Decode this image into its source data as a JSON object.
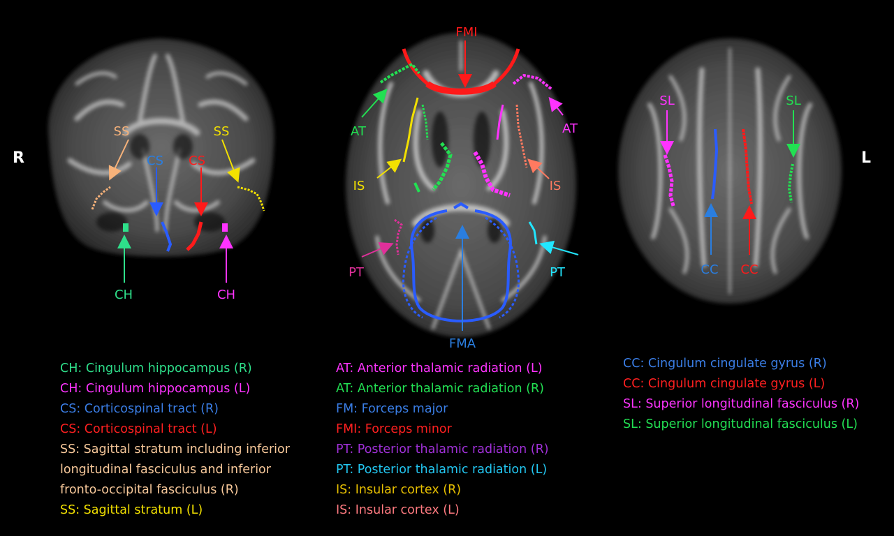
{
  "orientation": {
    "right": "R",
    "left": "L"
  },
  "colors": {
    "orange": "#f7b27a",
    "yellow": "#f2e000",
    "blue": "#2a5cff",
    "red": "#ff1a1a",
    "green": "#22e052",
    "magenta": "#ff33ff",
    "teal": "#2ee08a",
    "cyan": "#22e6ff",
    "pink": "#e0309a",
    "salmon": "#ff7a60",
    "purple": "#9c30d8"
  },
  "panels": [
    {
      "name": "coronal",
      "labels": [
        {
          "text": "SS",
          "color": "orange"
        },
        {
          "text": "SS",
          "color": "yellow"
        },
        {
          "text": "CS",
          "color": "blue"
        },
        {
          "text": "CS",
          "color": "red"
        },
        {
          "text": "CH",
          "color": "teal"
        },
        {
          "text": "CH",
          "color": "magenta"
        }
      ]
    },
    {
      "name": "axial",
      "labels": [
        {
          "text": "FMI",
          "color": "red"
        },
        {
          "text": "AT",
          "color": "green"
        },
        {
          "text": "AT",
          "color": "magenta"
        },
        {
          "text": "IS",
          "color": "yellow"
        },
        {
          "text": "IS",
          "color": "salmon"
        },
        {
          "text": "PT",
          "color": "pink"
        },
        {
          "text": "PT",
          "color": "cyan"
        },
        {
          "text": "FMA",
          "color": "blue"
        }
      ]
    },
    {
      "name": "superior",
      "labels": [
        {
          "text": "SL",
          "color": "magenta"
        },
        {
          "text": "SL",
          "color": "green"
        },
        {
          "text": "CC",
          "color": "blue"
        },
        {
          "text": "CC",
          "color": "red"
        }
      ]
    }
  ],
  "legend_left": [
    {
      "key": "CH",
      "text": ": Cingulum hippocampus (R)",
      "color": "#2ee08a",
      "key_color": "#2ee08a"
    },
    {
      "key": "CH",
      "text": ": Cingulum hippocampus (L)",
      "color": "#ff33ff",
      "key_color": "#ff33ff"
    },
    {
      "key": "CS",
      "text": ": Corticospinal tract (R)",
      "color": "#3a7ee6",
      "key_color": "#3a7ee6"
    },
    {
      "key": "CS",
      "text": ": Corticospinal tract (L)",
      "color": "#ff2020",
      "key_color": "#ff2020"
    },
    {
      "key": "SS",
      "text": ": Sagittal stratum including inferior",
      "color": "#f7c89a",
      "key_color": "#f7c89a"
    },
    {
      "key": "",
      "text": "longitudinal fasciculus and inferior",
      "color": "#f7c89a",
      "key_color": "#f7c89a"
    },
    {
      "key": "",
      "text": "fronto-occipital fasciculus (R)",
      "color": "#f7c89a",
      "key_color": "#f7c89a"
    },
    {
      "key": "SS",
      "text": ": Sagittal stratum (L)",
      "color": "#f2e000",
      "key_color": "#f2e000"
    }
  ],
  "legend_mid": [
    {
      "key": "AT",
      "text": ": Anterior thalamic radiation (L)",
      "color": "#ff33ff",
      "key_color": "#ff33ff"
    },
    {
      "key": "AT",
      "text": ": Anterior thalamic radiation (R)",
      "color": "#22e052",
      "key_color": "#22e052"
    },
    {
      "key": "FM",
      "text": ": Forceps major",
      "color": "#3a7ee6",
      "key_color": "#3a7ee6"
    },
    {
      "key": "FMI",
      "text": ": Forceps minor",
      "color": "#ff2020",
      "key_color": "#ff2020"
    },
    {
      "key": "PT",
      "text": ": Posterior thalamic radiation (R)",
      "color": "#a030d8",
      "key_color": "#a030d8"
    },
    {
      "key": "PT",
      "text": ": Posterior thalamic radiation (L)",
      "color": "#22c6f0",
      "key_color": "#22c6f0"
    },
    {
      "key": "IS",
      "text": ": Insular cortex (R)",
      "color": "#e8c000",
      "key_color": "#e8c000"
    },
    {
      "key": "IS",
      "text": ": Insular cortex (L)",
      "color": "#ff7a80",
      "key_color": "#ff7a80"
    }
  ],
  "legend_right": [
    {
      "key": "CC",
      "text": ": Cingulum cingulate gyrus (R)",
      "color": "#3a7ee6",
      "key_color": "#3a7ee6"
    },
    {
      "key": "CC",
      "text": ": Cingulum cingulate gyrus (L)",
      "color": "#ff2020",
      "key_color": "#ff2020"
    },
    {
      "key": "SL",
      "text": ": Superior longitudinal fasciculus (R)",
      "color": "#ff33ff",
      "key_color": "#ff33ff"
    },
    {
      "key": "SL",
      "text": ": Superior longitudinal fasciculus (L)",
      "color": "#22e052",
      "key_color": "#22e052"
    }
  ]
}
